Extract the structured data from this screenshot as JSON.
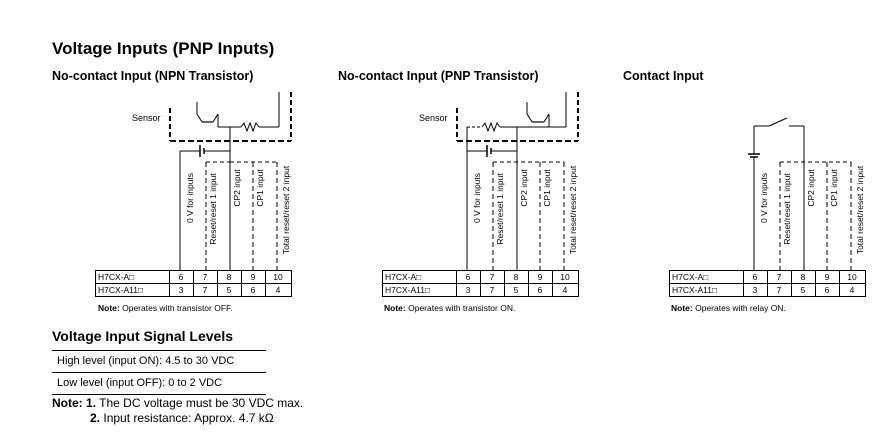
{
  "title": "Voltage Inputs (PNP Inputs)",
  "diagrams": [
    {
      "heading": "No-contact Input (NPN Transistor)",
      "device_label": "Sensor",
      "signals": [
        "0 V for inputs",
        "Reset/reset 1 input",
        "CP2 input",
        "CP1 input",
        "Total reset/reset 2 input"
      ],
      "models": [
        {
          "name": "H7CX-A□",
          "pins": [
            "6",
            "7",
            "8",
            "9",
            "10"
          ]
        },
        {
          "name": "H7CX-A11□",
          "pins": [
            "3",
            "7",
            "5",
            "6",
            "4"
          ]
        }
      ],
      "note_label": "Note:",
      "note_text": "Operates with transistor OFF."
    },
    {
      "heading": "No-contact Input (PNP Transistor)",
      "device_label": "Sensor",
      "signals": [
        "0 V for inputs",
        "Reset/reset 1 input",
        "CP2 input",
        "CP1 input",
        "Total reset/reset 2 input"
      ],
      "models": [
        {
          "name": "H7CX-A□",
          "pins": [
            "6",
            "7",
            "8",
            "9",
            "10"
          ]
        },
        {
          "name": "H7CX-A11□",
          "pins": [
            "3",
            "7",
            "5",
            "6",
            "4"
          ]
        }
      ],
      "note_label": "Note:",
      "note_text": "Operates with transistor ON."
    },
    {
      "heading": "Contact Input",
      "signals": [
        "0 V for inputs",
        "Reset/reset 1 input",
        "CP2 input",
        "CP1 input",
        "Total reset/reset 2 input"
      ],
      "models": [
        {
          "name": "H7CX-A□",
          "pins": [
            "6",
            "7",
            "8",
            "9",
            "10"
          ]
        },
        {
          "name": "H7CX-A11□",
          "pins": [
            "3",
            "7",
            "5",
            "6",
            "4"
          ]
        }
      ],
      "note_label": "Note:",
      "note_text": "Operates with relay ON."
    }
  ],
  "signal_levels": {
    "title": "Voltage Input Signal Levels",
    "rows": [
      "High level (input ON): 4.5 to 30 VDC",
      "Low level (input OFF): 0 to 2 VDC"
    ]
  },
  "notes": {
    "label": "Note:",
    "items": [
      {
        "num": "1.",
        "text": "The DC voltage must be 30 VDC max."
      },
      {
        "num": "2.",
        "text": "Input resistance: Approx. 4.7 kΩ"
      }
    ]
  }
}
